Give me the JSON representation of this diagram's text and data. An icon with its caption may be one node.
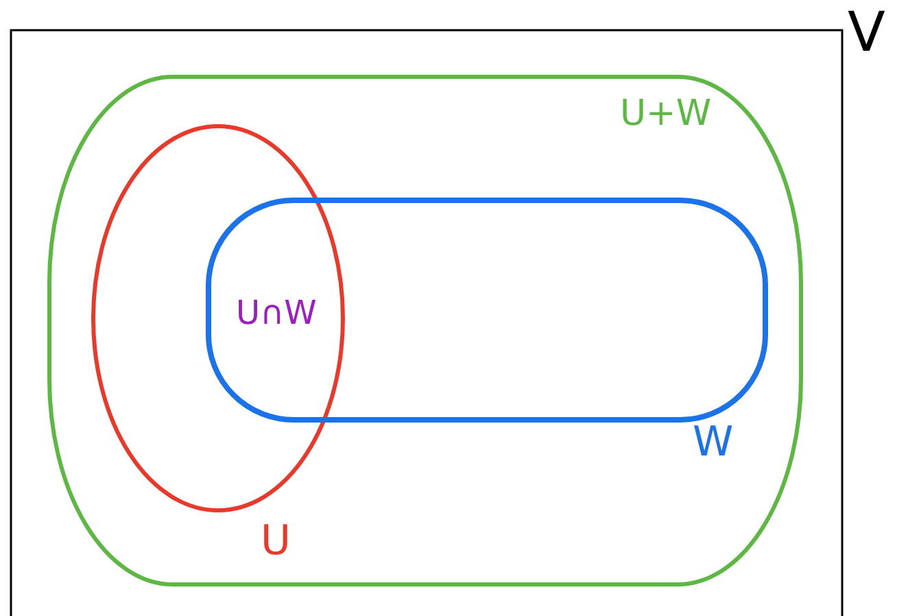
{
  "diagram": {
    "nodes": [
      {
        "text": [
          "V"
        ]
      },
      {
        "text": [
          "U+W"
        ],
        "in": 0
      },
      {
        "text": [
          "U"
        ],
        "in": 1
      },
      {
        "text": [
          "W"
        ],
        "in": 1
      }
    ],
    "labels": [
      "U∩W"
    ]
  }
}
